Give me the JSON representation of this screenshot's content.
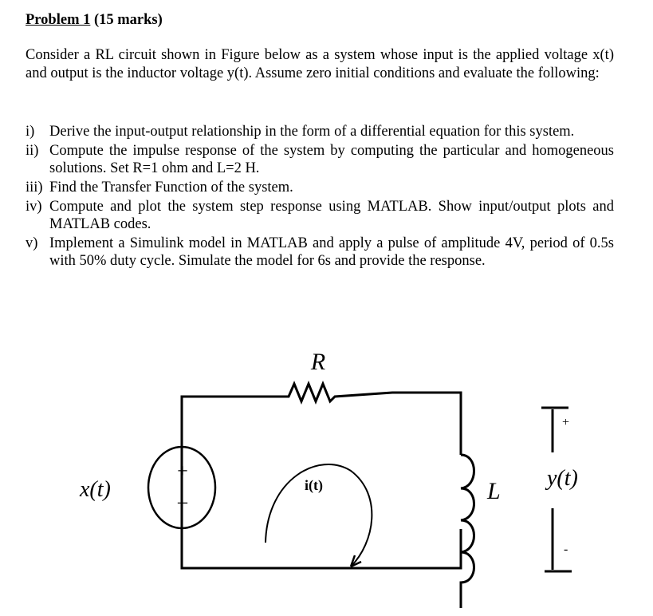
{
  "title": {
    "number": "Problem 1",
    "marks": " (15 marks)"
  },
  "intro": "Consider a RL circuit shown in Figure below as a system whose input is the applied voltage x(t) and output is the inductor voltage y(t). Assume zero initial conditions and evaluate the following:",
  "items": [
    {
      "num": "i)",
      "text": "Derive the input-output relationship in the form of a differential equation for this system."
    },
    {
      "num": "ii)",
      "text": "Compute the impulse response of the system by computing the particular and homogeneous solutions. Set R=1 ohm and L=2 H."
    },
    {
      "num": "iii)",
      "text": "Find the Transfer Function of the system."
    },
    {
      "num": "iv)",
      "text": "Compute and plot the system step response using MATLAB. Show input/output plots and MATLAB codes."
    },
    {
      "num": "v)",
      "text": "Implement a Simulink model in MATLAB and apply a pulse of amplitude 4V, period of 0.5s with 50% duty cycle. Simulate the model for 6s and provide the response."
    }
  ],
  "figure": {
    "resistor": "R",
    "inductor": "L",
    "input": "x(t)",
    "current": "i(t)",
    "output": "y(t)",
    "plus": "+",
    "minus": "-",
    "src_plus": "+",
    "src_minus": "–"
  }
}
